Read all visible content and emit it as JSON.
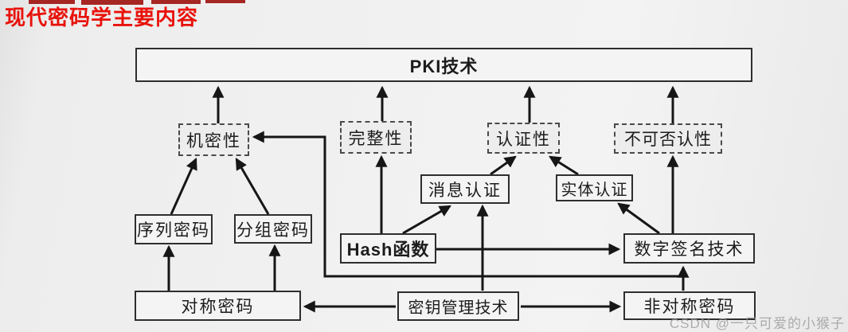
{
  "title": "现代密码学主要内容",
  "watermark": "CSDN @一只可爱的小猴子",
  "colors": {
    "title_red": "#e8120b",
    "line_black": "#161616",
    "box_border": "#2e2e2e",
    "background": "#efefef"
  },
  "diagram": {
    "nodes": {
      "pki": "PKI技术",
      "confidentiality": "机密性",
      "integrity": "完整性",
      "authenticity": "认证性",
      "non_repudiation": "不可否认性",
      "message_auth": "消息认证",
      "entity_auth": "实体认证",
      "stream_cipher": "序列密码",
      "block_cipher": "分组密码",
      "hash": "Hash函数",
      "digital_signature": "数字签名技术",
      "symmetric": "对称密码",
      "key_management": "密钥管理技术",
      "asymmetric": "非对称密码"
    },
    "edges": [
      {
        "from": "confidentiality",
        "to": "pki"
      },
      {
        "from": "integrity",
        "to": "pki"
      },
      {
        "from": "authenticity",
        "to": "pki"
      },
      {
        "from": "non_repudiation",
        "to": "pki"
      },
      {
        "from": "stream_cipher",
        "to": "confidentiality"
      },
      {
        "from": "block_cipher",
        "to": "confidentiality"
      },
      {
        "from": "hash",
        "to": "integrity"
      },
      {
        "from": "hash",
        "to": "message_auth"
      },
      {
        "from": "hash",
        "to": "digital_signature"
      },
      {
        "from": "message_auth",
        "to": "authenticity"
      },
      {
        "from": "entity_auth",
        "to": "authenticity"
      },
      {
        "from": "digital_signature",
        "to": "non_repudiation"
      },
      {
        "from": "digital_signature",
        "to": "entity_auth"
      },
      {
        "from": "key_management",
        "to": "symmetric"
      },
      {
        "from": "key_management",
        "to": "asymmetric"
      },
      {
        "from": "key_management",
        "to": "message_auth"
      },
      {
        "from": "symmetric",
        "to": "stream_cipher"
      },
      {
        "from": "symmetric",
        "to": "block_cipher"
      },
      {
        "from": "asymmetric",
        "to": "digital_signature"
      },
      {
        "from": "asymmetric",
        "to": "confidentiality"
      }
    ]
  }
}
